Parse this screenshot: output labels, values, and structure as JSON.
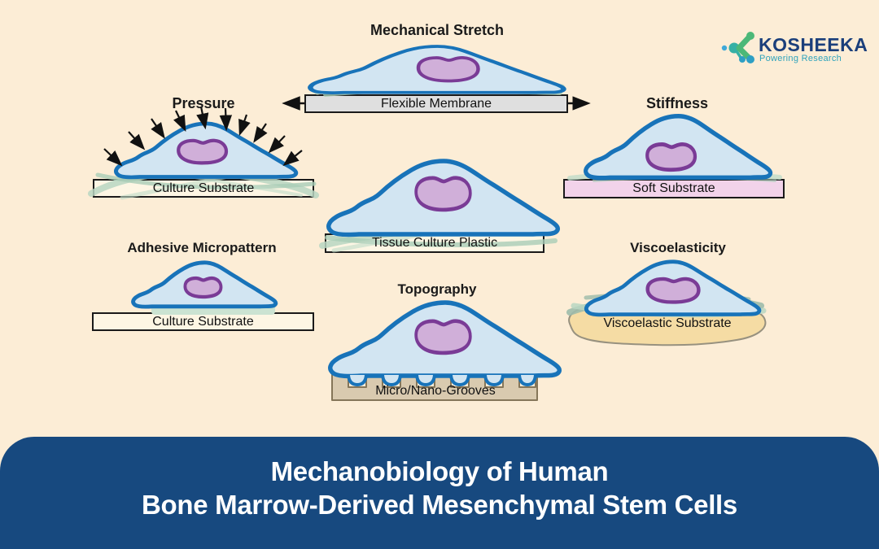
{
  "logo": {
    "brand": "KOSHEEKA",
    "tagline": "Powering Research",
    "icon": "kosheeka-molecule-icon",
    "colors": {
      "brand_navy": "#1B3F7B",
      "teal": "#2FA3BC",
      "green": "#4CB878",
      "blue_dot": "#3FA9D9"
    }
  },
  "panels": [
    {
      "id": "mechanical-stretch",
      "title": "Mechanical Stretch",
      "substrate_label": "Flexible Membrane"
    },
    {
      "id": "pressure",
      "title": "Pressure",
      "substrate_label": "Culture Substrate"
    },
    {
      "id": "stiffness",
      "title": "Stiffness",
      "substrate_label": "Soft Substrate"
    },
    {
      "id": "tissue-culture-plastic",
      "title": "",
      "substrate_label": "Tissue Culture Plastic"
    },
    {
      "id": "adhesive-micropattern",
      "title": "Adhesive Micropattern",
      "substrate_label": "Culture Substrate"
    },
    {
      "id": "topography",
      "title": "Topography",
      "substrate_label": "Micro/Nano-Grooves"
    },
    {
      "id": "viscoelasticity",
      "title": "Viscoelasticity",
      "substrate_label": "Viscoelastic Substrate"
    }
  ],
  "banner": {
    "line1": "Mechanobiology of Human",
    "line2": "Bone Marrow-Derived Mesenchymal Stem Cells"
  },
  "colors": {
    "background": "#FCEDD6",
    "banner_bg": "#17497F",
    "banner_text": "#FFFFFF",
    "cell_fill": "#D2E5F2",
    "cell_outline": "#1873B9",
    "nucleus_fill": "#D0AFD9",
    "nucleus_outline": "#7A3B96",
    "membrane_gray": "#DFDFDF",
    "substrate_cream": "#FDF6E4",
    "soft_substrate_pink": "#F2D3EA",
    "topography_tan": "#D9CAAF",
    "viscoelastic_sand": "#F5DCA4",
    "strand_green": "#B9D6C2",
    "arrow_black": "#111111"
  }
}
